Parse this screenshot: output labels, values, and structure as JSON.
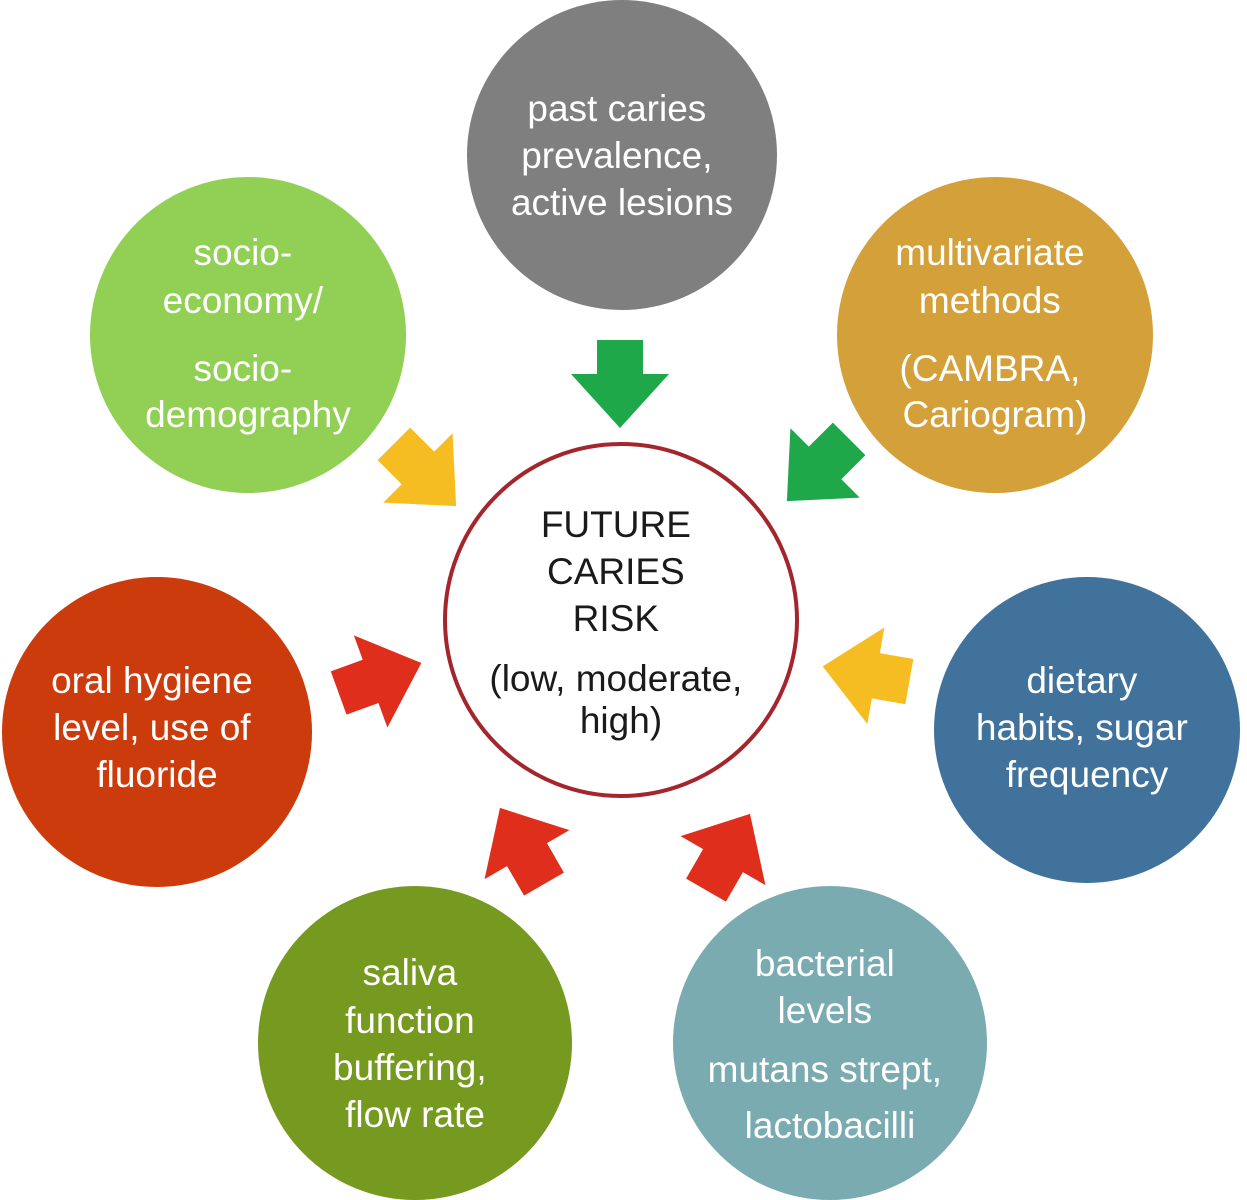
{
  "center": {
    "lines": [
      "FUTURE",
      "CARIES",
      "RISK",
      "(low, moderate,",
      "high)"
    ],
    "border_color": "#a4262c"
  },
  "factors": [
    {
      "id": "past-caries",
      "color": "#7f7f7f",
      "lines": [
        "past caries",
        "prevalence,",
        "active lesions"
      ]
    },
    {
      "id": "multivariate",
      "color": "#d4a03a",
      "lines": [
        "multivariate",
        "methods",
        "(CAMBRA,",
        "Cariogram)"
      ]
    },
    {
      "id": "dietary",
      "color": "#41729c",
      "lines": [
        "dietary",
        "habits, sugar",
        "frequency"
      ]
    },
    {
      "id": "bacterial",
      "color": "#7aabb0",
      "lines": [
        "bacterial",
        "levels",
        "mutans strept,",
        "lactobacilli"
      ]
    },
    {
      "id": "saliva",
      "color": "#76991f",
      "lines": [
        "saliva",
        "function",
        "buffering,",
        "flow rate"
      ]
    },
    {
      "id": "oral-hygiene",
      "color": "#cc3b0c",
      "lines": [
        "oral hygiene",
        "level, use of",
        "fluoride"
      ]
    },
    {
      "id": "socio",
      "color": "#92cf55",
      "lines": [
        "socio-",
        "economy/",
        "socio-",
        "demography"
      ]
    }
  ],
  "arrow_colors": {
    "green": "#1ea84a",
    "yellow": "#f6bd22",
    "red": "#df2e1b"
  }
}
